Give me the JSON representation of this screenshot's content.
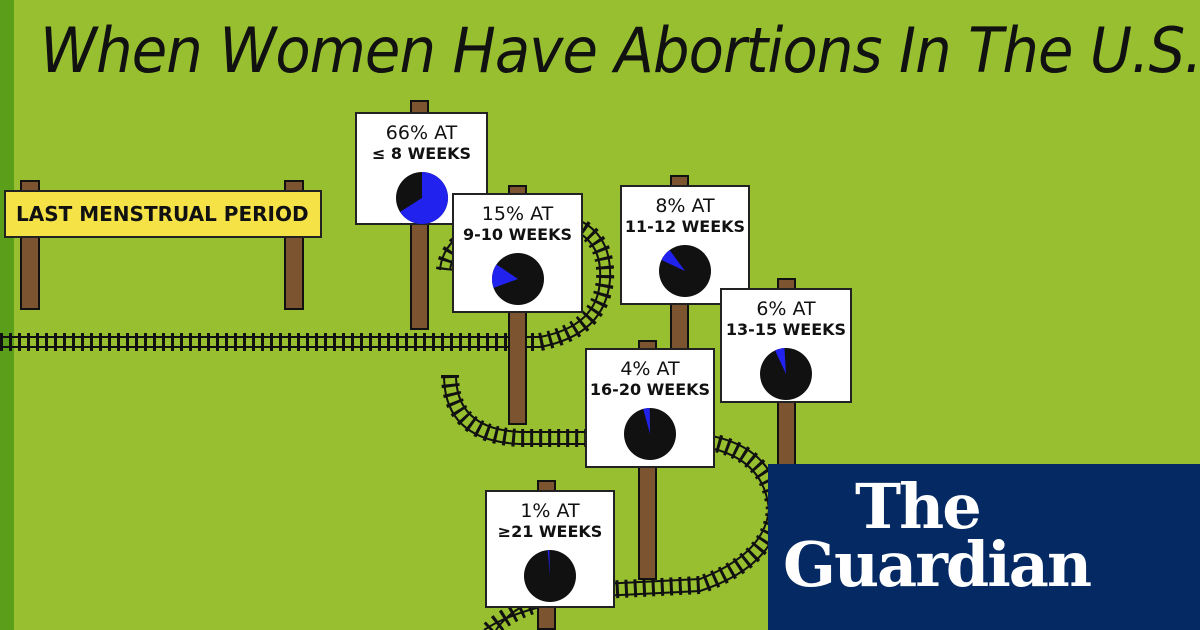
{
  "title": "When Women Have Abortions In The U.S.",
  "start_sign": "LAST MENSTRUAL PERIOD",
  "logo": {
    "line1": "The",
    "line2": "Guardian"
  },
  "colors": {
    "background": "#97bf2f",
    "pie_share": "#2222ee",
    "pie_rest": "#111111",
    "logo_bg": "#052962"
  },
  "chart_data": {
    "type": "pie",
    "title": "When Women Have Abortions In The U.S.",
    "categories": [
      "≤ 8 WEEKS",
      "9-10 WEEKS",
      "11-12 WEEKS",
      "13-15 WEEKS",
      "16-20 WEEKS",
      "≥21 WEEKS"
    ],
    "values": [
      66,
      15,
      8,
      6,
      4,
      1
    ],
    "labels": [
      "66% AT",
      "15% AT",
      "8% AT",
      "6% AT",
      "4% AT",
      "1% AT"
    ],
    "unit": "%"
  }
}
